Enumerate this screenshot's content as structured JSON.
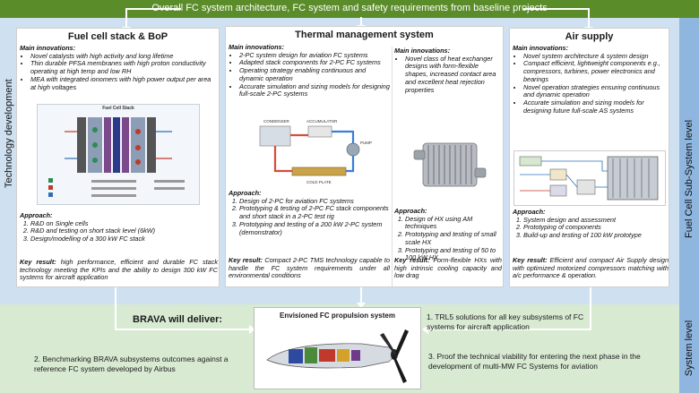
{
  "header": {
    "title": "Overall FC system architecture, FC system and safety requirements from baseline projects"
  },
  "side_labels": {
    "left": "Technology development",
    "right_top": "Fuel Cell Sub-System level",
    "right_bottom": "System level"
  },
  "fuel_cell": {
    "title": "Fuel cell stack & BoP",
    "innovations_heading": "Main innovations:",
    "innovations": [
      "Novel catalysts with high activity and long lifetime",
      "Thin durable PFSA membranes with high proton conductivity operating at high temp and low RH",
      "MEA with integrated ionomers with high power output per area at high voltages"
    ],
    "image_caption": "Fuel Cell Stack",
    "approach_heading": "Approach:",
    "approach": [
      "R&D on Single cells",
      "R&D and testing on short stack level (6kW)",
      "Design/modelling of a 300 kW FC stack"
    ],
    "key_result_label": "Key result:",
    "key_result": "high performance, efficient and durable FC stack technology meeting the KPIs and the ability to design 300 kW FC systems for aircraft application"
  },
  "thermal": {
    "title": "Thermal management system",
    "innovations_heading": "Main innovations:",
    "innovations": [
      "2-PC system design for aviation FC systems",
      "Adapted stack components for 2-PC FC systems",
      "Operating strategy enabling continuous and dynamic operation",
      "Accurate simulation and sizing models for designing full-scale 2-PC systems"
    ],
    "image_labels": [
      "CONDENSER",
      "ACCUMULATOR",
      "PUMP",
      "COLD PLATE"
    ],
    "approach_heading": "Approach:",
    "approach": [
      "Design of 2-PC for aviation FC systems",
      "Prototyping & testing of 2-PC FC stack components and short stack in a 2-PC test rig",
      "Prototyping and testing of a 200 kW 2-PC system (demonstrator)"
    ],
    "key_result_label": "Key result:",
    "key_result": "Compact 2-PC TMS technology capable to handle the FC system requirements under all environmental conditions",
    "hx_innovations_heading": "Main innovations:",
    "hx_innovations": [
      "Novel class of heat exchanger designs with form-flexible shapes, increased contact area and excellent heat rejection properties"
    ],
    "hx_approach_heading": "Approach:",
    "hx_approach": [
      "Design of HX using AM techniques",
      "Prototyping and testing of small scale HX",
      "Prototyping and testing of 50 to 100 kW HX"
    ],
    "hx_key_result_label": "Key result:",
    "hx_key_result": "Form-flexible HXs with high intrinsic cooling capacity and low drag"
  },
  "air": {
    "title": "Air supply",
    "innovations_heading": "Main innovations:",
    "innovations": [
      "Novel system architecture & system design",
      "Compact efficient, lightweight components e.g., compressors, turbines, power electronics and bearings",
      "Novel operation strategies ensuring continuous and dynamic operation",
      "Accurate simulation and sizing models for designing future full-scale AS systems"
    ],
    "approach_heading": "Approach:",
    "approach": [
      "System design and assessment",
      "Prototyping of components",
      "Build-up and testing of 100 kW prototype"
    ],
    "key_result_label": "Key result:",
    "key_result": "Efficient and compact Air Supply design with optimized motorized compressors matching with a/c performance & operation."
  },
  "system": {
    "deliver_title": "BRAVA will deliver:",
    "envisioned_title": "Envisioned FC propulsion system",
    "item1": "1. TRL5 solutions for all key subsystems of FC systems for aircraft application",
    "item2": "2. Benchmarking BRAVA subsystems outcomes against a reference  FC system developed  by Airbus",
    "item3": "3. Proof the technical viability for entering the next phase in the development  of multi-MW FC Systems for aviation"
  },
  "colors": {
    "green": "#5b8c2a",
    "tech_bg": "#cfe0f1",
    "system_bg": "#d9ead3",
    "right_bar": "#8fb6df"
  }
}
